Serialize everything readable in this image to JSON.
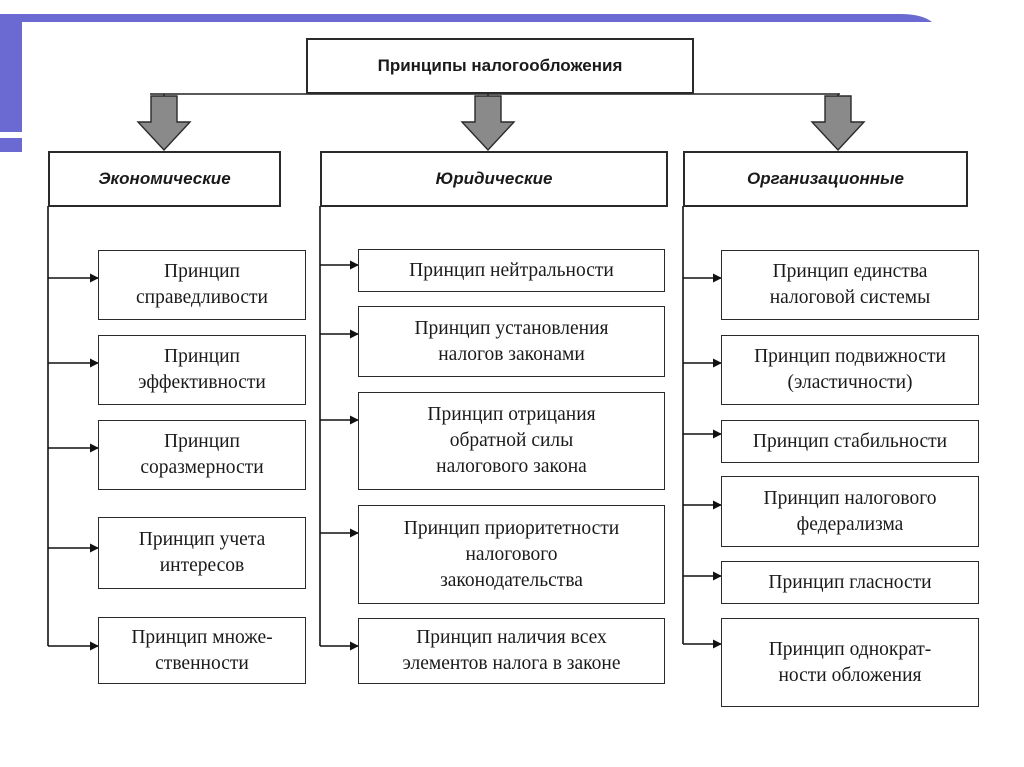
{
  "slide": {
    "accent_color": "#6a6ad2"
  },
  "diagram": {
    "title": "Принципы налогообложения",
    "categories": [
      {
        "name": "Экономические",
        "items": [
          "Принцип\nсправедливости",
          "Принцип\nэффективности",
          "Принцип\nсоразмерности",
          "Принцип учета\nинтересов",
          "Принцип множе-\nственности"
        ]
      },
      {
        "name": "Юридические",
        "items": [
          "Принцип нейтральности",
          "Принцип установления\nналогов законами",
          "Принцип отрицания\nобратной силы\nналогового закона",
          "Принцип приоритетности\nналогового\nзаконодательства",
          "Принцип наличия всех\nэлементов налога в законе"
        ]
      },
      {
        "name": "Организационные",
        "items": [
          "Принцип единства\nналоговой системы",
          "Принцип подвижности\n(эластичности)",
          "Принцип стабильности",
          "Принцип налогового\nфедерализма",
          "Принцип гласности",
          "Принцип однократ-\nности обложения"
        ]
      }
    ]
  }
}
